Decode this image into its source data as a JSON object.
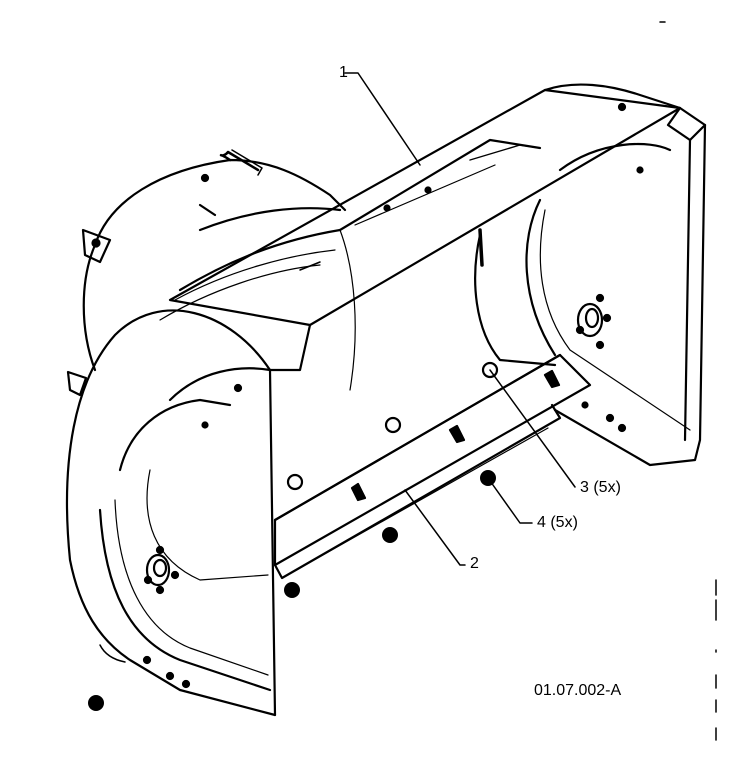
{
  "callouts": [
    {
      "id": "1",
      "text": "1"
    },
    {
      "id": "2",
      "text": "2"
    },
    {
      "id": "3",
      "text": "3 (5x)"
    },
    {
      "id": "4",
      "text": "4 (5x)"
    }
  ],
  "reference_code": "01.07.002-A"
}
